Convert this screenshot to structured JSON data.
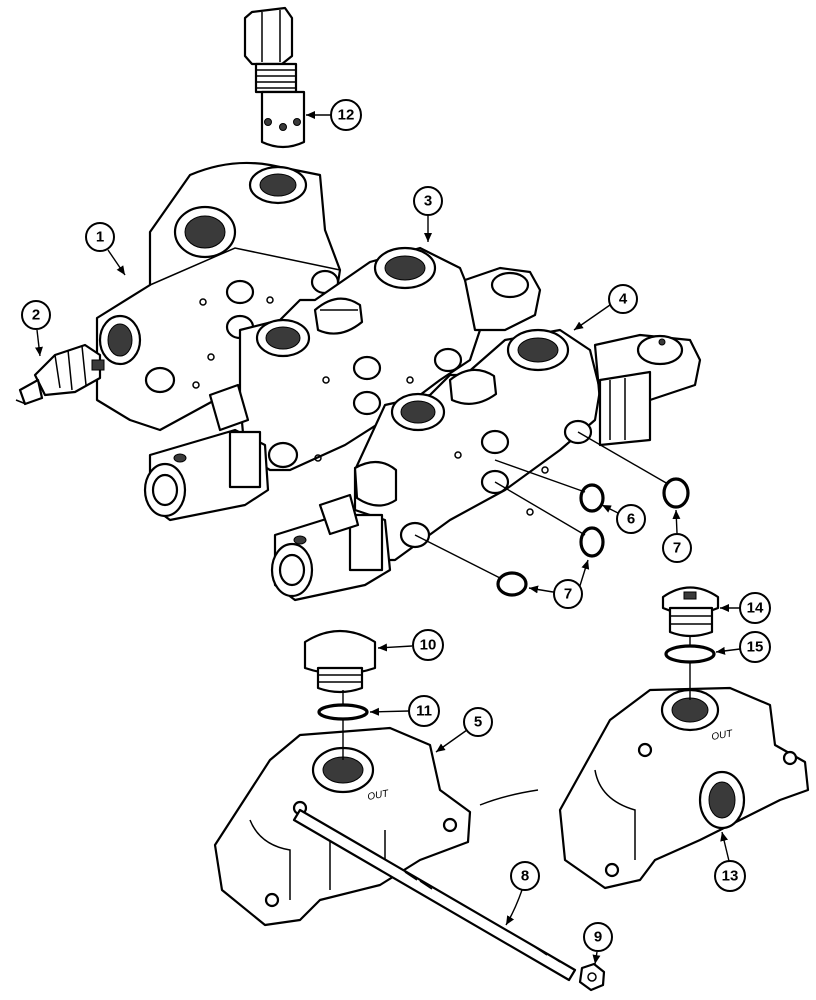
{
  "callouts": [
    {
      "id": "1",
      "label": "1"
    },
    {
      "id": "2",
      "label": "2"
    },
    {
      "id": "3",
      "label": "3"
    },
    {
      "id": "4",
      "label": "4"
    },
    {
      "id": "5",
      "label": "5"
    },
    {
      "id": "6",
      "label": "6"
    },
    {
      "id": "7a",
      "label": "7"
    },
    {
      "id": "7b",
      "label": "7"
    },
    {
      "id": "8",
      "label": "8"
    },
    {
      "id": "9",
      "label": "9"
    },
    {
      "id": "10",
      "label": "10"
    },
    {
      "id": "11",
      "label": "11"
    },
    {
      "id": "12",
      "label": "12"
    },
    {
      "id": "13",
      "label": "13"
    },
    {
      "id": "14",
      "label": "14"
    },
    {
      "id": "15",
      "label": "15"
    }
  ],
  "stamps": {
    "out_left": "OUT",
    "out_right": "OUT"
  }
}
